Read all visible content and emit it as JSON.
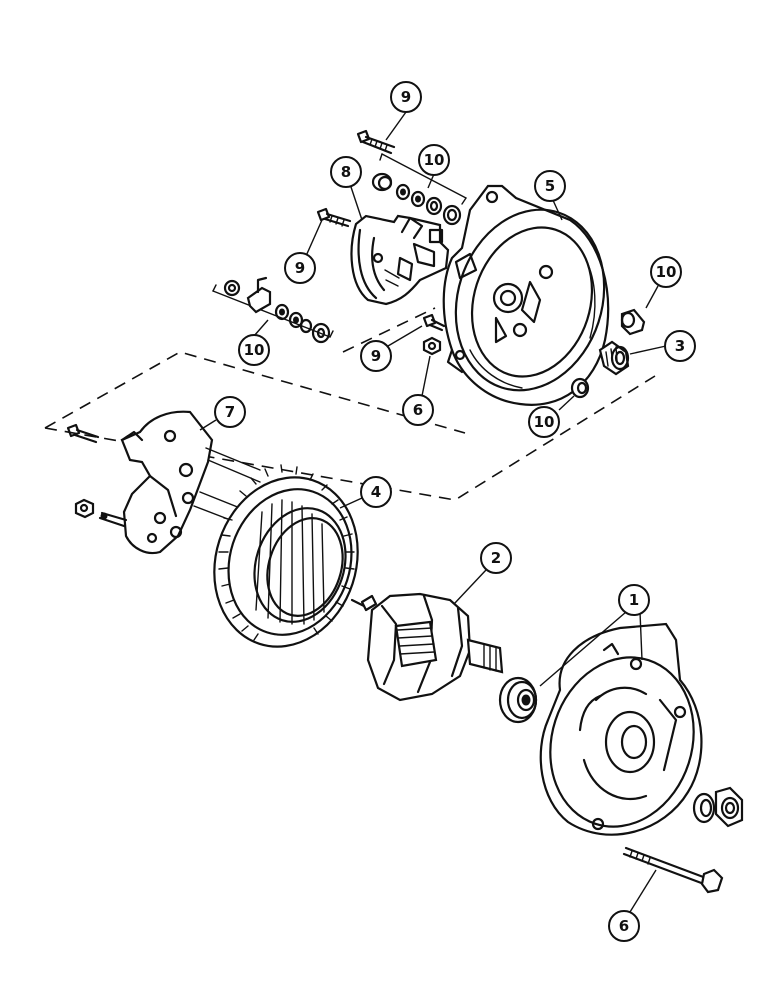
{
  "callouts": [
    {
      "id": "c9a",
      "label": "9"
    },
    {
      "id": "c10a",
      "label": "10"
    },
    {
      "id": "c8",
      "label": "8"
    },
    {
      "id": "c5",
      "label": "5"
    },
    {
      "id": "c9b",
      "label": "9"
    },
    {
      "id": "c10b",
      "label": "10"
    },
    {
      "id": "c3",
      "label": "3"
    },
    {
      "id": "c10c",
      "label": "10"
    },
    {
      "id": "c9c",
      "label": "9"
    },
    {
      "id": "c6a",
      "label": "6"
    },
    {
      "id": "c10d",
      "label": "10"
    },
    {
      "id": "c7",
      "label": "7"
    },
    {
      "id": "c4",
      "label": "4"
    },
    {
      "id": "c2",
      "label": "2"
    },
    {
      "id": "c1",
      "label": "1"
    },
    {
      "id": "c6b",
      "label": "6"
    }
  ]
}
